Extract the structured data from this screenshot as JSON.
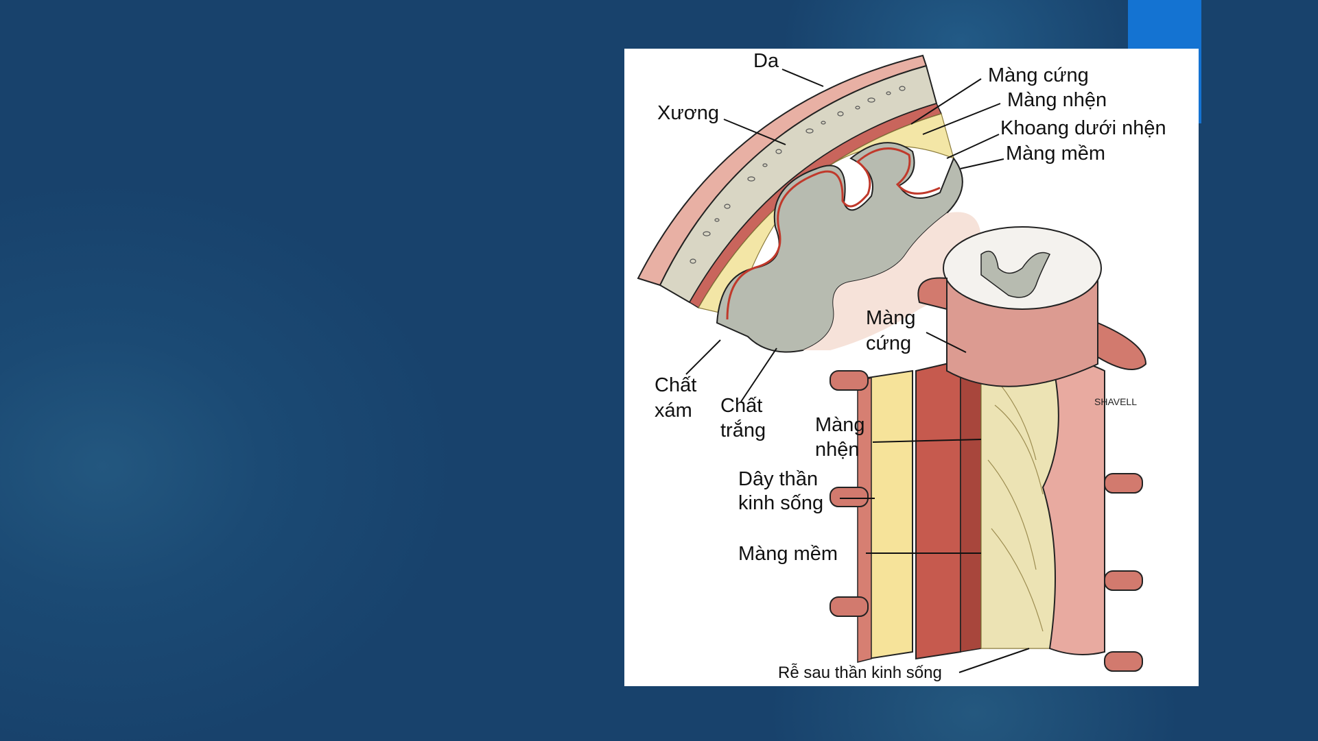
{
  "figure": {
    "labels": {
      "da": "Da",
      "xuong": "Xương",
      "mang_cung_top": "Màng cứng",
      "mang_nhen_top": "Màng nhện",
      "khoang_duoi_nhen": "Khoang dưới nhện",
      "mang_mem_top": "Màng mềm",
      "chat_xam_1": "Chất",
      "chat_xam_2": "xám",
      "chat_trang_1": "Chất",
      "chat_trang_2": "trắng",
      "mang_cung_spine_1": "Màng",
      "mang_cung_spine_2": "cứng",
      "mang_nhen_spine_1": "Màng",
      "mang_nhen_spine_2": "nhện",
      "day_than_kinh_1": "Dây thần",
      "day_than_kinh_2": "kinh sống",
      "mang_mem_spine": "Màng mềm",
      "re_sau": "Rễ sau thần kinh sống",
      "signature": "SHAVELL"
    }
  }
}
